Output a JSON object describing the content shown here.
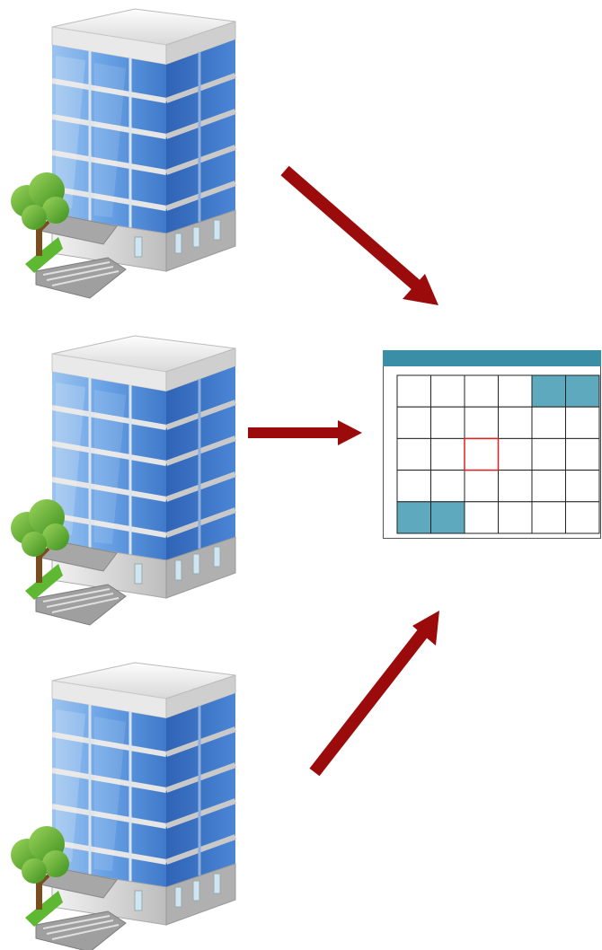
{
  "colors": {
    "arrow": "#a30c0c",
    "arrow_dark": "#6e0404",
    "calendar_header": "#3a8ea5",
    "calendar_highlight": "#5fa9bf",
    "calendar_selected_border": "#e02020",
    "grid_line": "#222222"
  },
  "icons": {
    "building": "office-building-icon",
    "calendar": "calendar-icon",
    "arrow": "arrow-icon"
  },
  "calendar": {
    "rows": 5,
    "cols": 6,
    "highlighted_cells": [
      [
        0,
        4
      ],
      [
        0,
        5
      ],
      [
        4,
        0
      ],
      [
        4,
        1
      ]
    ],
    "selected_cell": [
      2,
      2
    ]
  }
}
